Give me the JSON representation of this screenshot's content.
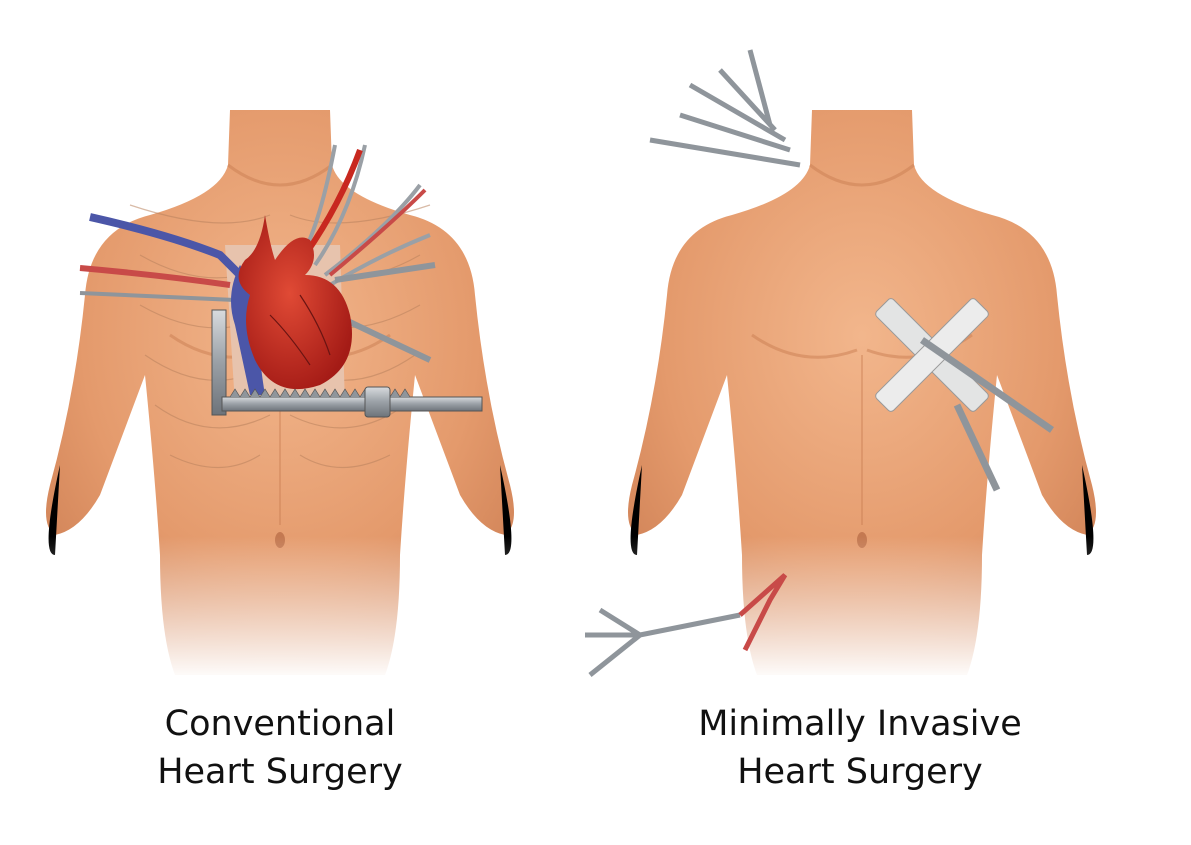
{
  "panels": [
    {
      "id": "conventional",
      "title_line1": "Conventional",
      "title_line2": "Heart Surgery"
    },
    {
      "id": "minimally-invasive",
      "title_line1": "Minimally Invasive",
      "title_line2": "Heart Surgery"
    }
  ],
  "colors": {
    "skin": "#e9a77c",
    "skin_shadow": "#c97d52",
    "heart": "#c8281f",
    "vein": "#4b56a8",
    "steel": "#9aa0a6"
  }
}
